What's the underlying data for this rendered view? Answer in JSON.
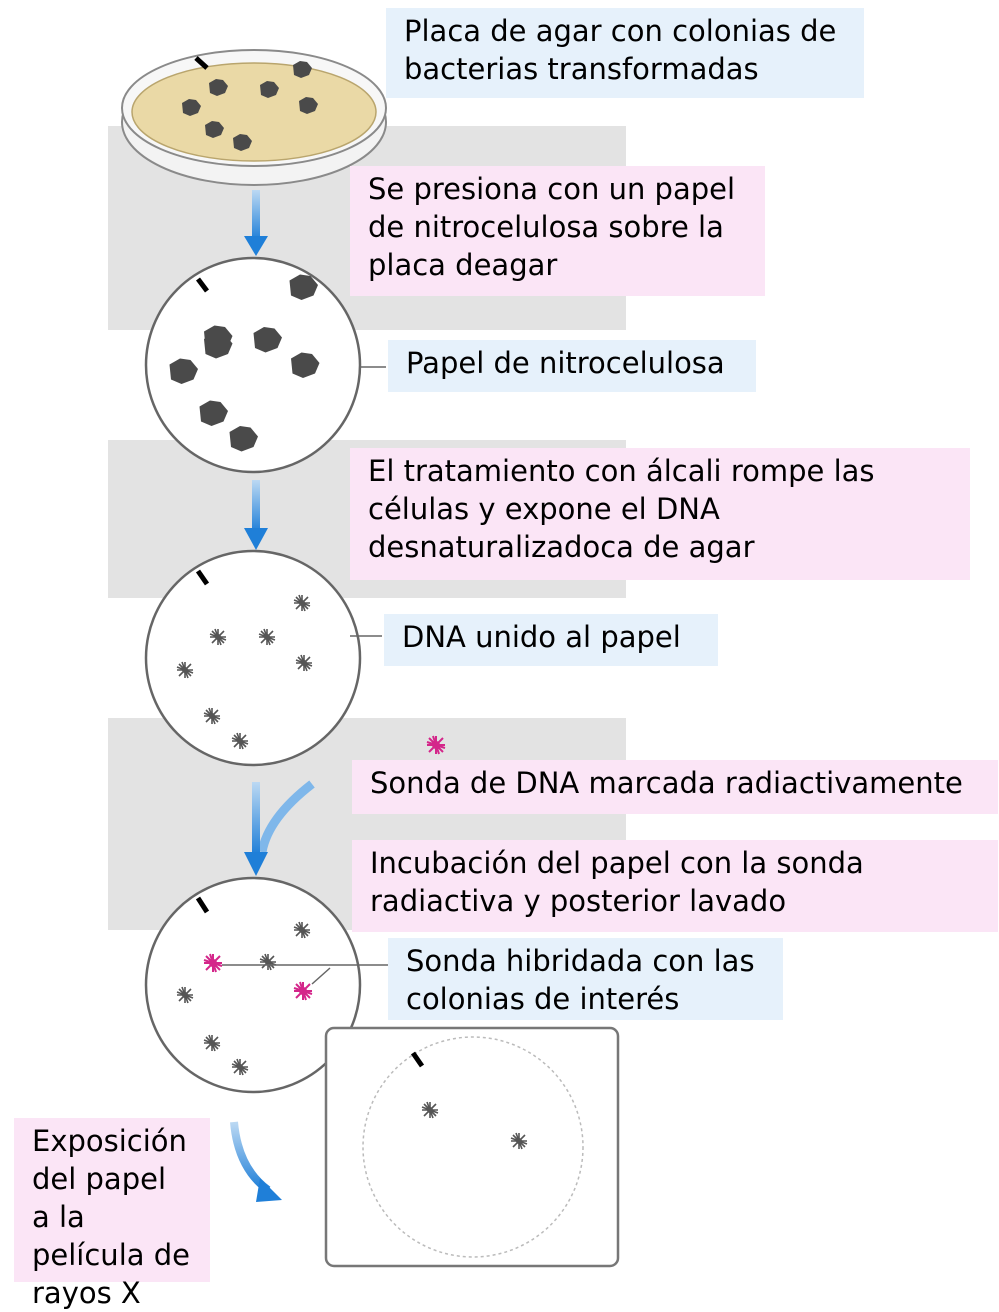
{
  "colors": {
    "agar": "#ead9a6",
    "label_blue": "#e6f1fb",
    "label_pink": "#fbe5f6",
    "band_gray": "#e3e3e3",
    "arrow_blue": "#1f7fd8",
    "probe_magenta": "#d4268a",
    "colony_dark": "#4a4a4a"
  },
  "labels": {
    "agar_plate": "Placa de agar con colonias de bacterias transformadas",
    "press_paper": "Se presiona con un papel de nitrocelulosa sobre la placa deagar",
    "nitrocellulose": "Papel de nitrocelulosa",
    "alkali": "El tratamiento con álcali rompe las células y expone el DNA desnaturalizadoca de agar",
    "dna_bound": "DNA unido al papel",
    "probe": "Sonda de DNA marcada radiactivamente",
    "incubation": "Incubación del papel con la sonda radiactiva y posterior lavado",
    "hybridized": "Sonda hibridada con las colonias de interés",
    "exposure": "Exposición del papel a la película de rayos X"
  },
  "icons": [
    "petri-dish-icon",
    "nitrocellulose-filter-icon",
    "dna-spot-icon",
    "radioactive-probe-icon",
    "xray-film-icon",
    "arrow-down-icon"
  ]
}
